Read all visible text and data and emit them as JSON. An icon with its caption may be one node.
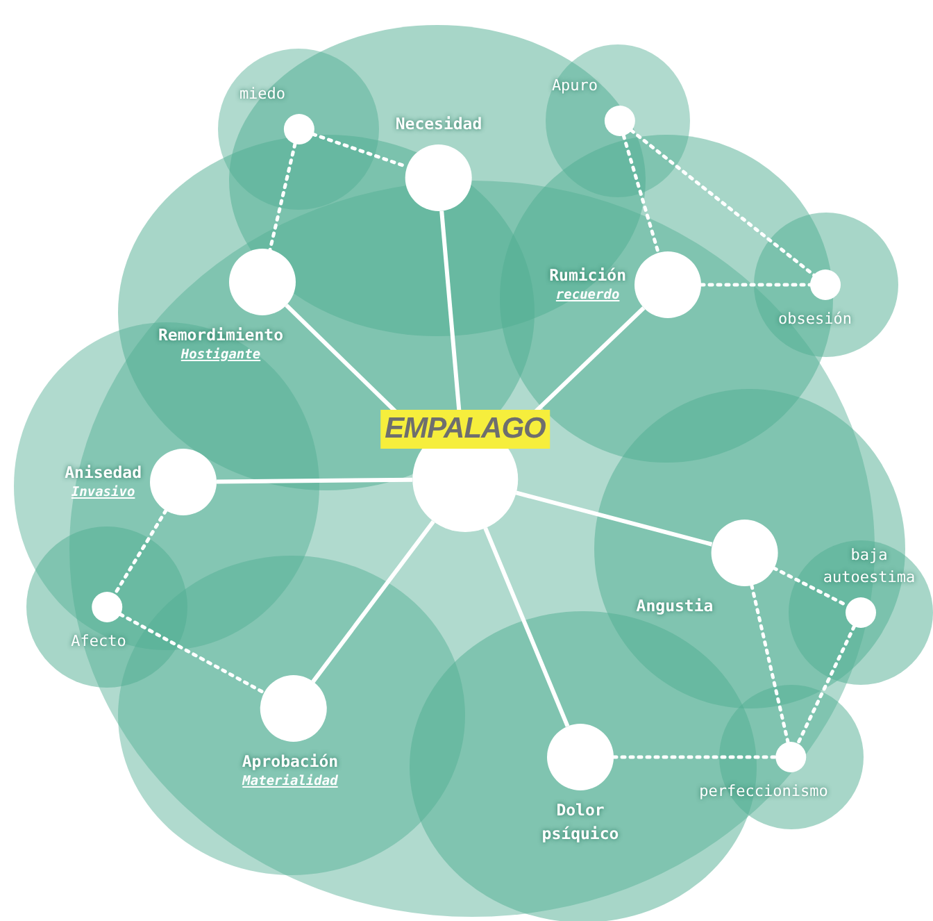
{
  "diagram": {
    "nodes": [
      {
        "text": [
          "EMPALAGO"
        ]
      },
      {
        "text": [
          "Necesidad"
        ]
      },
      {
        "text": [
          "Remordimiento",
          "Hostigante"
        ]
      },
      {
        "text": [
          "Rumición",
          "recuerdo"
        ]
      },
      {
        "text": [
          "Anisedad",
          "Invasivo"
        ]
      },
      {
        "text": [
          "Angustia"
        ]
      },
      {
        "text": [
          "Aprobación",
          "Materialidad"
        ]
      },
      {
        "text": [
          "Dolor psíquico"
        ]
      },
      {
        "text": [
          "miedo"
        ]
      },
      {
        "text": [
          "Apuro"
        ]
      },
      {
        "text": [
          "obsesión"
        ]
      },
      {
        "text": [
          "Afecto"
        ]
      },
      {
        "text": [
          "baja autoestima"
        ]
      },
      {
        "text": [
          "perfeccionismo"
        ]
      }
    ],
    "edges": [
      {
        "from": 0,
        "to": 1,
        "arrow": "none"
      },
      {
        "from": 0,
        "to": 2,
        "arrow": "none"
      },
      {
        "from": 0,
        "to": 3,
        "arrow": "none"
      },
      {
        "from": 0,
        "to": 4,
        "arrow": "none"
      },
      {
        "from": 0,
        "to": 5,
        "arrow": "none"
      },
      {
        "from": 0,
        "to": 6,
        "arrow": "none"
      },
      {
        "from": 0,
        "to": 7,
        "arrow": "none"
      },
      {
        "from": 8,
        "to": 1,
        "arrow": "none",
        "style": "dashed"
      },
      {
        "from": 8,
        "to": 2,
        "arrow": "none",
        "style": "dashed"
      },
      {
        "from": 9,
        "to": 3,
        "arrow": "none",
        "style": "dashed"
      },
      {
        "from": 9,
        "to": 10,
        "arrow": "none",
        "style": "dashed"
      },
      {
        "from": 3,
        "to": 10,
        "arrow": "none",
        "style": "dashed"
      },
      {
        "from": 4,
        "to": 11,
        "arrow": "none",
        "style": "dashed"
      },
      {
        "from": 11,
        "to": 6,
        "arrow": "none",
        "style": "dashed"
      },
      {
        "from": 5,
        "to": 12,
        "arrow": "none",
        "style": "dashed"
      },
      {
        "from": 5,
        "to": 13,
        "arrow": "none",
        "style": "dashed"
      },
      {
        "from": 12,
        "to": 13,
        "arrow": "none",
        "style": "dashed"
      },
      {
        "from": 7,
        "to": 13,
        "arrow": "none",
        "style": "dashed"
      }
    ]
  }
}
